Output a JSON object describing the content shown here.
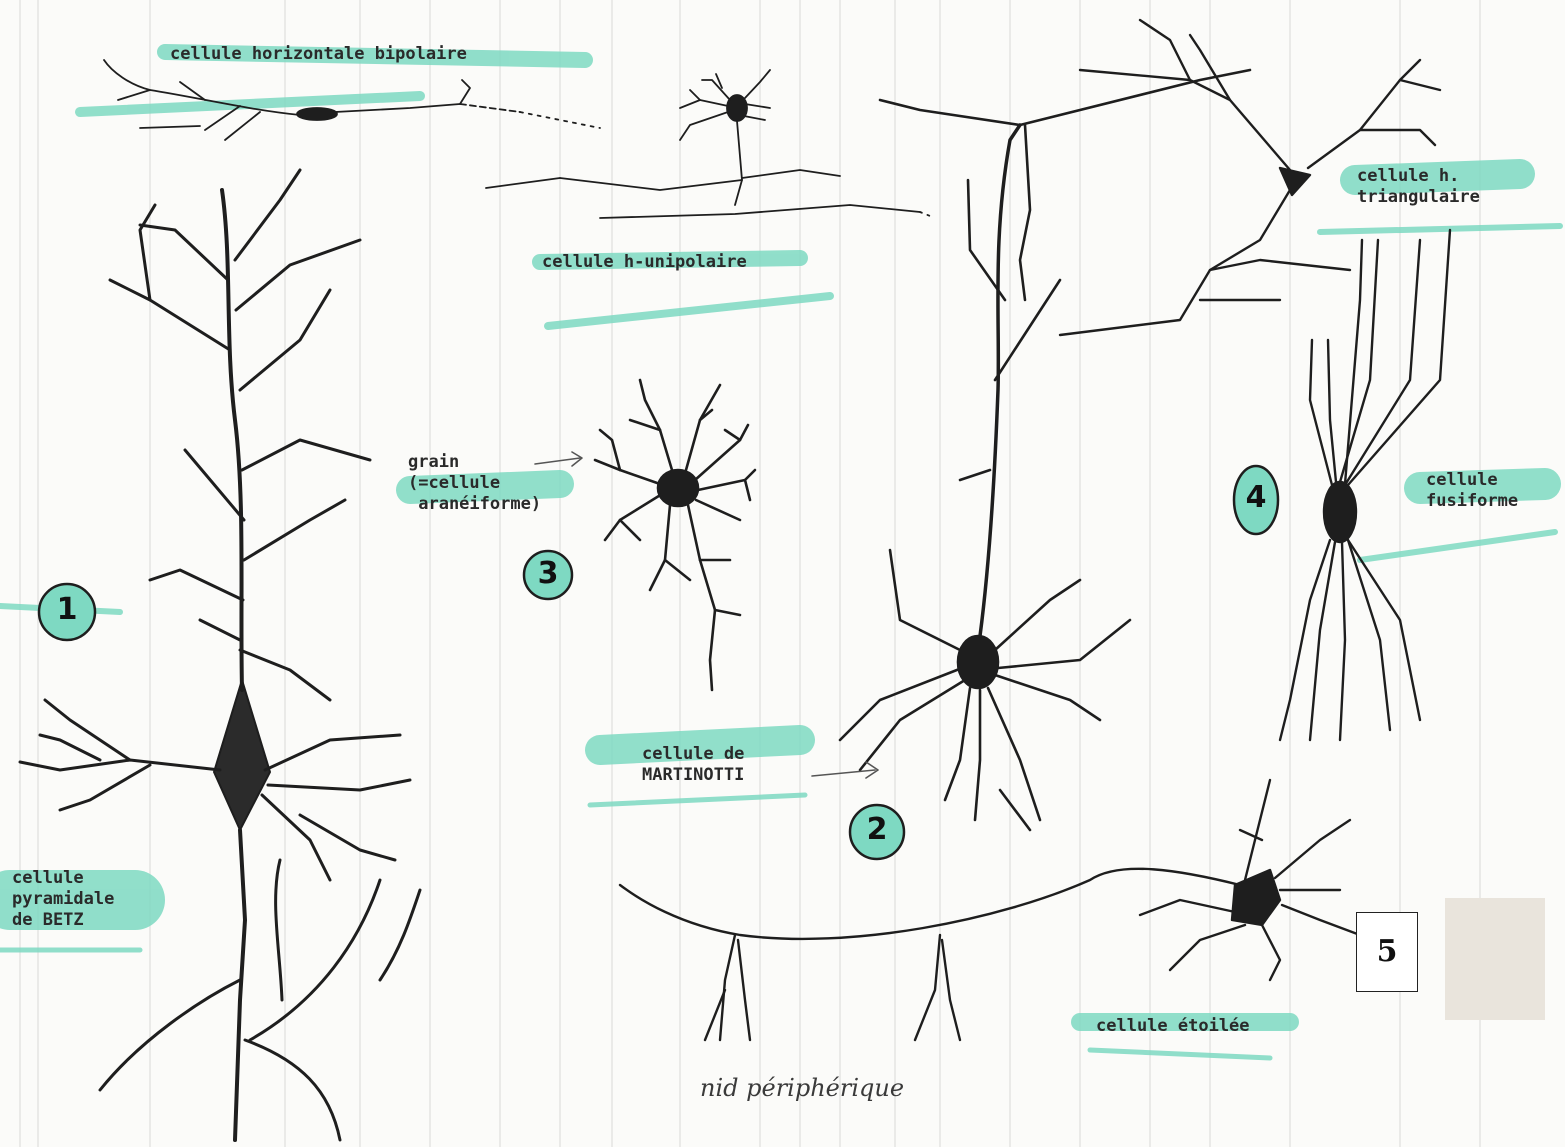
{
  "labels": {
    "horizontal_bipolar": "cellule horizontale bipolaire",
    "h_unipolar": "cellule h-unipolaire",
    "h_triangular": "cellule h.\ntriangulaire",
    "grain": "grain\n(=cellule\n aranéiforme)",
    "fusiform": "cellule\nfusiforme",
    "martinotti": "cellule de\nMARTINOTTI",
    "betz": "cellule\npyramidale\nde BETZ",
    "stellate": "cellule étoilée",
    "nest": "nid périphérique"
  },
  "markers": {
    "m1": "1",
    "m2": "2",
    "m3": "3",
    "m4": "4"
  },
  "page_number": "5",
  "colors": {
    "highlight": "#7ed9c2",
    "ink": "#1e1e1e",
    "paper": "#fbfbf9",
    "patch": "#e9e4dc"
  }
}
